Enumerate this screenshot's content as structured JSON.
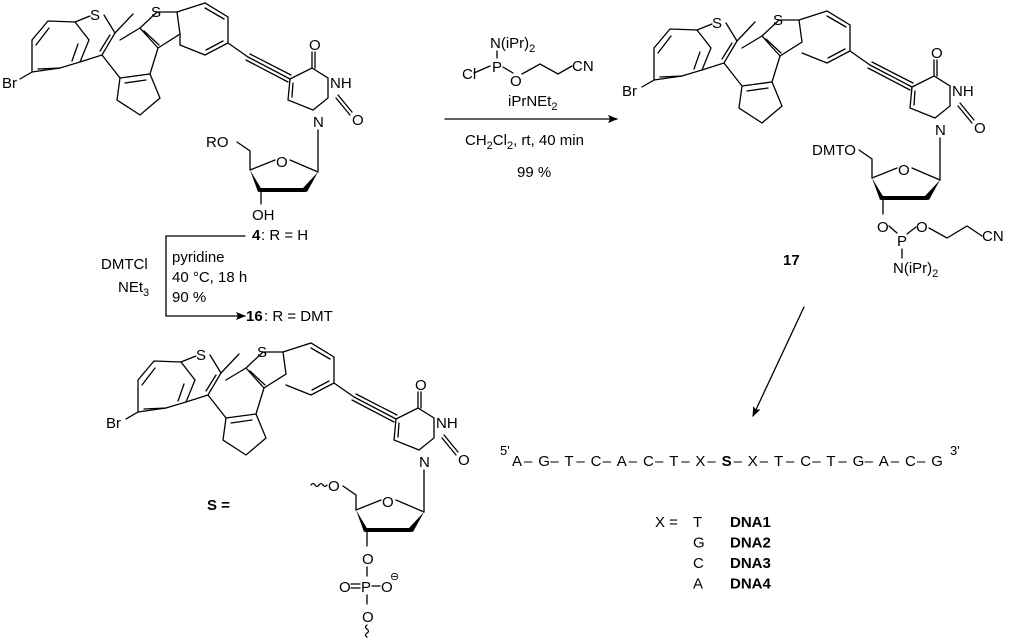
{
  "scheme": {
    "compound_4": {
      "number": "4",
      "r_label": ": R = H",
      "substituent_label": "RO",
      "hydroxyl_label": "OH",
      "atom_labels": {
        "br": "Br",
        "s1": "S",
        "s2": "S",
        "o_carbonyl_top": "O",
        "nh": "NH",
        "o_carbonyl_right": "O",
        "n": "N",
        "o_ring": "O"
      }
    },
    "step1": {
      "reagent_1": "DMTCl",
      "reagent_2": "NEt",
      "reagent_2_sub": "3",
      "conditions": [
        "pyridine",
        "40 °C, 18 h",
        "90 %"
      ],
      "product_number": "16",
      "product_r_label": ": R = DMT"
    },
    "step2": {
      "reagent_phosphorus": {
        "amine": "N(iPr)",
        "amine_sub": "2",
        "cl": "Cl",
        "p": "P",
        "o": "O",
        "cn": "CN"
      },
      "base": "iPrNEt",
      "base_sub": "2",
      "solvent": "CH",
      "solvent_sub1": "2",
      "solvent_cl": "Cl",
      "solvent_sub2": "2",
      "conditions_rest": ", rt, 40 min",
      "yield": "99 %"
    },
    "compound_17": {
      "number": "17",
      "dmt_label": "DMTO",
      "phosphoramidite": {
        "o1": "O",
        "p": "P",
        "o2": "O",
        "cn": "CN",
        "amine": "N(iPr)",
        "amine_sub": "2"
      },
      "atom_labels": {
        "br": "Br",
        "s1": "S",
        "s2": "S",
        "o_carbonyl_top": "O",
        "nh": "NH",
        "o_carbonyl_right": "O",
        "n": "N",
        "o_ring": "O"
      }
    },
    "residue_S": {
      "label": "S =",
      "o5": "O",
      "o3": "O",
      "phosphate": {
        "o_double": "O",
        "p": "P",
        "o_minus": "O",
        "charge": "⊖",
        "o_bottom": "O"
      },
      "atom_labels": {
        "br": "Br",
        "s1": "S",
        "s2": "S",
        "o_carbonyl_top": "O",
        "nh": "NH",
        "o_carbonyl_right": "O",
        "n": "N",
        "o_ring": "O"
      }
    },
    "dna_sequence": {
      "five_prime": "5'",
      "three_prime": "3'",
      "bases": [
        "A",
        "G",
        "T",
        "C",
        "A",
        "C",
        "T",
        "X",
        "S",
        "X",
        "T",
        "C",
        "T",
        "G",
        "A",
        "C",
        "G"
      ],
      "bold_index": 8,
      "separator": "–"
    },
    "variants": {
      "x_label": "X =",
      "rows": [
        {
          "base": "T",
          "name": "DNA1"
        },
        {
          "base": "G",
          "name": "DNA2"
        },
        {
          "base": "C",
          "name": "DNA3"
        },
        {
          "base": "A",
          "name": "DNA4"
        }
      ]
    }
  }
}
